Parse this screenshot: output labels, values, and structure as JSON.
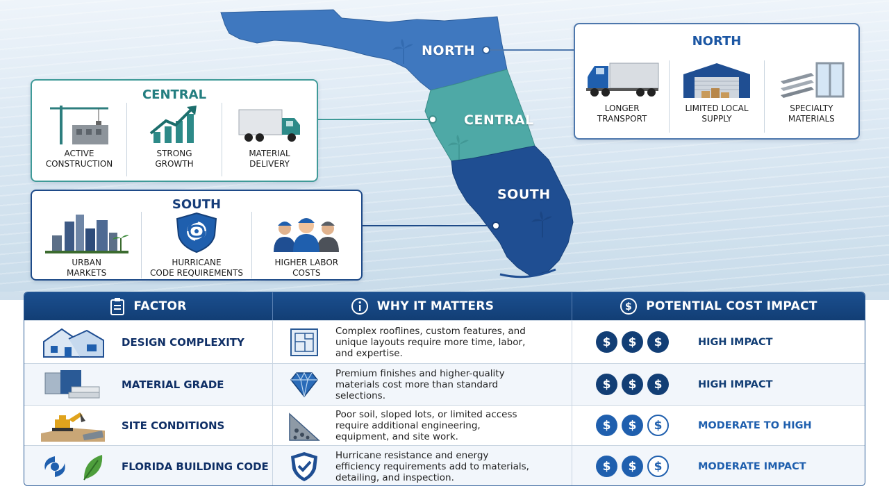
{
  "map": {
    "labels": {
      "north": "NORTH",
      "central": "CENTRAL",
      "south": "SOUTH"
    },
    "colors": {
      "north": "#3f78bf",
      "central": "#4ea9a6",
      "south": "#1f4e92"
    }
  },
  "regions": {
    "north": {
      "title": "NORTH",
      "items": [
        {
          "line1": "LONGER",
          "line2": "TRANSPORT",
          "icon": "semi-truck-icon"
        },
        {
          "line1": "LIMITED LOCAL",
          "line2": "SUPPLY",
          "icon": "warehouse-icon"
        },
        {
          "line1": "SPECIALTY",
          "line2": "MATERIALS",
          "icon": "steel-beams-window-icon"
        }
      ]
    },
    "central": {
      "title": "CENTRAL",
      "items": [
        {
          "line1": "ACTIVE",
          "line2": "CONSTRUCTION",
          "icon": "crane-icon"
        },
        {
          "line1": "STRONG",
          "line2": "GROWTH",
          "icon": "growth-chart-icon"
        },
        {
          "line1": "MATERIAL",
          "line2": "DELIVERY",
          "icon": "box-truck-icon"
        }
      ]
    },
    "south": {
      "title": "SOUTH",
      "items": [
        {
          "line1": "URBAN",
          "line2": "MARKETS",
          "icon": "city-skyline-icon"
        },
        {
          "line1": "HURRICANE",
          "line2": "CODE REQUIREMENTS",
          "icon": "hurricane-shield-icon"
        },
        {
          "line1": "HIGHER LABOR",
          "line2": "COSTS",
          "icon": "workers-icon"
        }
      ]
    }
  },
  "table": {
    "headers": {
      "factor": "FACTOR",
      "why": "WHY IT MATTERS",
      "impact": "POTENTIAL COST IMPACT"
    },
    "header_icons": [
      "clipboard-icon",
      "info-icon",
      "dollar-circle-icon"
    ],
    "rows": [
      {
        "factor": "DESIGN COMPLEXITY",
        "icon": "house-icon",
        "why_icon": "blueprint-icon",
        "why": "Complex rooflines, custom features, and unique layouts require more time, labor, and expertise.",
        "dollars": [
          "full",
          "full",
          "full"
        ],
        "impact": "HIGH IMPACT",
        "impact_level": "high"
      },
      {
        "factor": "MATERIAL GRADE",
        "icon": "material-samples-icon",
        "why_icon": "diamond-icon",
        "why": "Premium finishes and higher-quality materials cost more than standard selections.",
        "dollars": [
          "full",
          "full",
          "full"
        ],
        "impact": "HIGH IMPACT",
        "impact_level": "high"
      },
      {
        "factor": "SITE CONDITIONS",
        "icon": "excavator-icon",
        "why_icon": "sloped-soil-icon",
        "why": "Poor soil, sloped lots, or limited access require additional engineering, equipment, and site work.",
        "dollars": [
          "mod",
          "mod",
          "empty"
        ],
        "impact": "MODERATE TO HIGH",
        "impact_level": "mod"
      },
      {
        "factor": "FLORIDA BUILDING CODE",
        "icon": "hurricane-leaf-icon",
        "why_icon": "check-shield-icon",
        "why": "Hurricane resistance and energy efficiency requirements add to materials, detailing, and inspection.",
        "dollars": [
          "mod",
          "mod",
          "empty"
        ],
        "impact": "MODERATE IMPACT",
        "impact_level": "mod"
      }
    ]
  }
}
